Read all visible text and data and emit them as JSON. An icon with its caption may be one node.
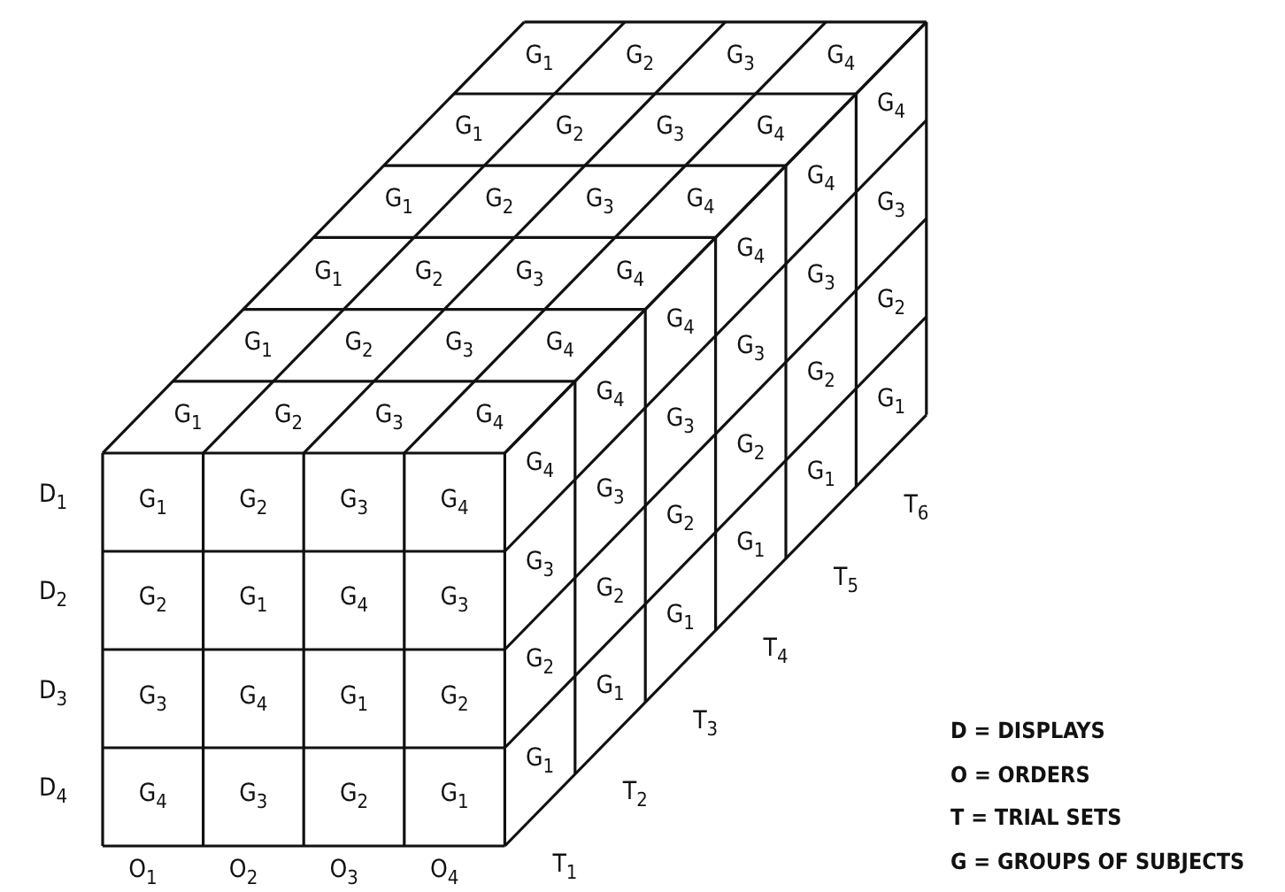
{
  "diagram": {
    "labels": [
      "G$_{1}$",
      "G$_{2}$",
      "G$_{3}$",
      "G$_{4}$",
      "G$_{1}$",
      "G$_{2}$",
      "G$_{3}$",
      "G$_{4}$",
      "G$_{1}$",
      "G$_{2}$",
      "G$_{3}$",
      "G$_{4}$",
      "G$_{1}$",
      "G$_{2}$",
      "G$_{3}$",
      "G$_{4}$",
      "G$_{1}$",
      "G$_{2}$",
      "G$_{3}$",
      "G$_{4}$",
      "G$_{1}$",
      "G$_{2}$",
      "G$_{3}$",
      "G$_{4}$",
      "G$_{4}$",
      "G$_{3}$",
      "G$_{2}$",
      "G$_{1}$",
      "G$_{4}$",
      "G$_{3}$",
      "G$_{2}$",
      "G$_{1}$",
      "G$_{4}$",
      "G$_{3}$",
      "G$_{2}$",
      "G$_{1}$",
      "G$_{4}$",
      "G$_{3}$",
      "G$_{2}$",
      "G$_{1}$",
      "G$_{4}$",
      "G$_{3}$",
      "G$_{2}$",
      "G$_{1}$",
      "G$_{4}$",
      "G$_{3}$",
      "G$_{2}$",
      "G$_{1}$",
      "D$_{1}$",
      "G$_{1}$",
      "G$_{2}$",
      "G$_{3}$",
      "G$_{4}$",
      "D$_{2}$",
      "G$_{2}$",
      "G$_{1}$",
      "G$_{4}$",
      "G$_{3}$",
      "D$_{3}$",
      "G$_{3}$",
      "G$_{4}$",
      "G$_{1}$",
      "G$_{2}$",
      "D$_{4}$",
      "G$_{4}$",
      "G$_{3}$",
      "G$_{2}$",
      "G$_{1}$",
      "O$_{1}$",
      "O$_{2}$",
      "O$_{3}$",
      "O$_{4}$",
      "T$_{1}$",
      "T$_{2}$",
      "T$_{3}$",
      "T$_{4}$",
      "T$_{5}$",
      "T$_{6}$",
      "D = DISPLAYS",
      "O = ORDERS",
      "T = TRIAL SETS",
      "G = GROUPS OF SUBJECTS"
    ]
  }
}
